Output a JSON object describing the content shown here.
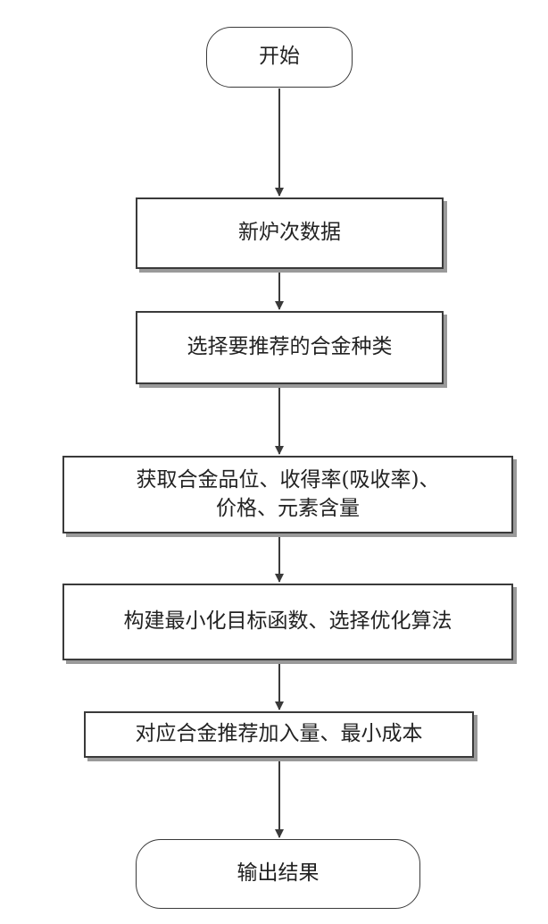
{
  "flowchart": {
    "start": "开始",
    "steps": [
      "新炉次数据",
      "选择要推荐的合金种类",
      "获取合金品位、收得率(吸收率)、\n价格、元素含量",
      "构建最小化目标函数、选择优化算法",
      "对应合金推荐加入量、最小成本"
    ],
    "end": "输出结果"
  }
}
